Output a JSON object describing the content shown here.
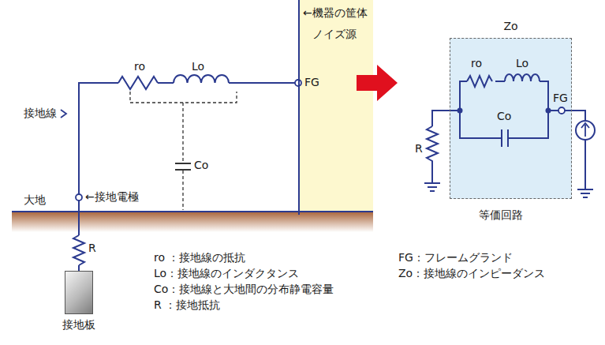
{
  "diagram": {
    "nodes": [
      {
        "text": [
          "←機器の筐体",
          "ノイズ源"
        ]
      },
      {
        "text": [
          "接地板"
        ]
      },
      {
        "text": [
          "Zo"
        ]
      }
    ],
    "edges": [
      {
        "from": 0,
        "to": 1,
        "arrow": "none"
      }
    ],
    "labels": [
      "ro",
      "Lo",
      "FG",
      "接地線",
      "Co",
      "大地",
      "←接地電極",
      "R",
      "ro ：接地線の抵抗",
      "Lo：接地線のインダクタンス",
      "Co：接地線と大地間の分布静電容量",
      "R ：接地抵抗",
      "FG：フレームグランド",
      "Zo：接地線のインピーダンス",
      "ro",
      "Lo",
      "Co",
      "FG",
      "R",
      "等価回路"
    ]
  }
}
